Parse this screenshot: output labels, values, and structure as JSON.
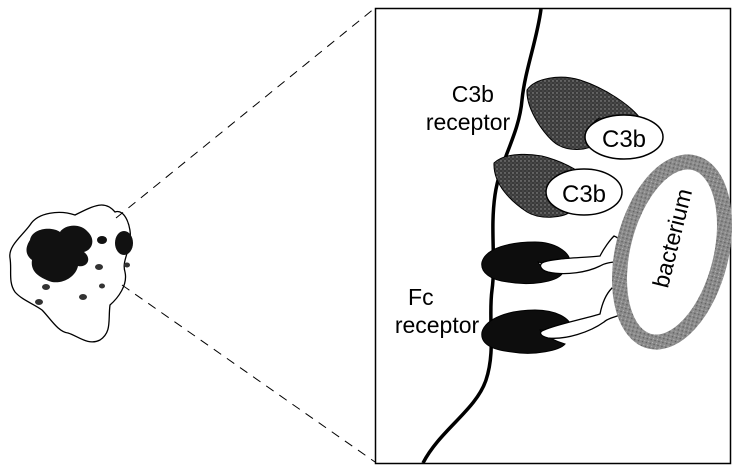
{
  "labels": {
    "c3b_receptor_line1": "C3b",
    "c3b_receptor_line2": "receptor",
    "c3b_top": "C3b",
    "c3b_bottom": "C3b",
    "fc_receptor_line1": "Fc",
    "fc_receptor_line2": "receptor",
    "bacterium": "bacterium"
  },
  "colors": {
    "ink": "#000000",
    "background": "#ffffff",
    "receptor_c3b": "#2a2a2a",
    "receptor_fc": "#0d0d0d",
    "bacterium_ring": "#8a8a8a"
  }
}
